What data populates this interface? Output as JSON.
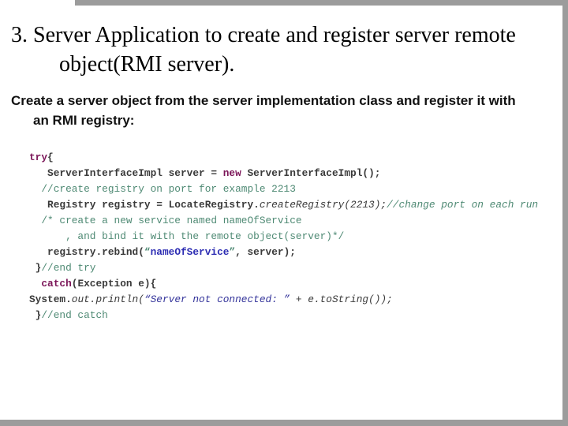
{
  "slide": {
    "title_line1": "3. Server Application to create and register server remote",
    "title_line2": "object(RMI server).",
    "subtitle_line1": "Create a server object from the server implementation class and register it with",
    "subtitle_line2": "an RMI registry:",
    "colors": {
      "background": "#ffffff",
      "frame_gray": "#9c9c9c",
      "title_text": "#000000",
      "subtitle_text": "#111111",
      "code_keyword": "#7b1558",
      "code_comment": "#4f8a74",
      "code_string": "#2d2db3",
      "code_plain": "#3a3a3a"
    },
    "code": {
      "token_styles": {
        "kw": {
          "color": "#7b1558",
          "bold": true,
          "italic": false
        },
        "pl": {
          "color": "#3a3a3a",
          "bold": true,
          "italic": false
        },
        "pli": {
          "color": "#3a3a3a",
          "bold": false,
          "italic": true
        },
        "cm": {
          "color": "#4f8a74",
          "bold": false,
          "italic": false
        },
        "cmi": {
          "color": "#4f8a74",
          "bold": false,
          "italic": true
        },
        "str": {
          "color": "#2d2db3",
          "bold": true,
          "italic": false
        },
        "stri": {
          "color": "#33339a",
          "bold": false,
          "italic": true
        },
        "q": {
          "color": "#4f8a74",
          "bold": true,
          "italic": false
        }
      },
      "lines": [
        [
          {
            "t": "try",
            "s": "kw"
          },
          {
            "t": "{",
            "s": "pl"
          }
        ],
        [
          {
            "t": "   ServerInterfaceImpl server = ",
            "s": "pl"
          },
          {
            "t": "new",
            "s": "kw"
          },
          {
            "t": " ServerInterfaceImpl();",
            "s": "pl"
          }
        ],
        [
          {
            "t": "  //create registry on port for example 2213",
            "s": "cm"
          }
        ],
        [
          {
            "t": "   Registry registry = LocateRegistry.",
            "s": "pl"
          },
          {
            "t": "createRegistry(2213);",
            "s": "pli"
          },
          {
            "t": "//change port on each run",
            "s": "cmi"
          }
        ],
        [
          {
            "t": "  /* create a new service named nameOfService",
            "s": "cm"
          }
        ],
        [
          {
            "t": "      , and bind it with the remote object(server)*/",
            "s": "cm"
          }
        ],
        [
          {
            "t": "   registry.rebind(",
            "s": "pl"
          },
          {
            "t": "“",
            "s": "q"
          },
          {
            "t": "nameOfService",
            "s": "str"
          },
          {
            "t": "”",
            "s": "q"
          },
          {
            "t": ", server);",
            "s": "pl"
          }
        ],
        [
          {
            "t": " }",
            "s": "pl"
          },
          {
            "t": "//end try",
            "s": "cm"
          }
        ],
        [
          {
            "t": "  ",
            "s": "pl"
          },
          {
            "t": "catch",
            "s": "kw"
          },
          {
            "t": "(Exception e){",
            "s": "pl"
          }
        ],
        [
          {
            "t": "System.",
            "s": "pl"
          },
          {
            "t": "out.println(",
            "s": "pli"
          },
          {
            "t": "“Server not connected: ”",
            "s": "stri"
          },
          {
            "t": " + e.toString());",
            "s": "pli"
          }
        ],
        [
          {
            "t": " }",
            "s": "pl"
          },
          {
            "t": "//end catch",
            "s": "cm"
          }
        ]
      ]
    }
  }
}
